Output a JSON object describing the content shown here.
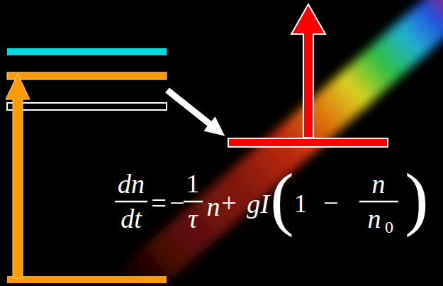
{
  "diagram": {
    "labels": [
      "dn",
      "dt",
      "=",
      "−",
      "1",
      "τ",
      "n",
      "+",
      "gI",
      "(",
      "1",
      "−",
      "n",
      "n",
      "0",
      ")"
    ]
  }
}
